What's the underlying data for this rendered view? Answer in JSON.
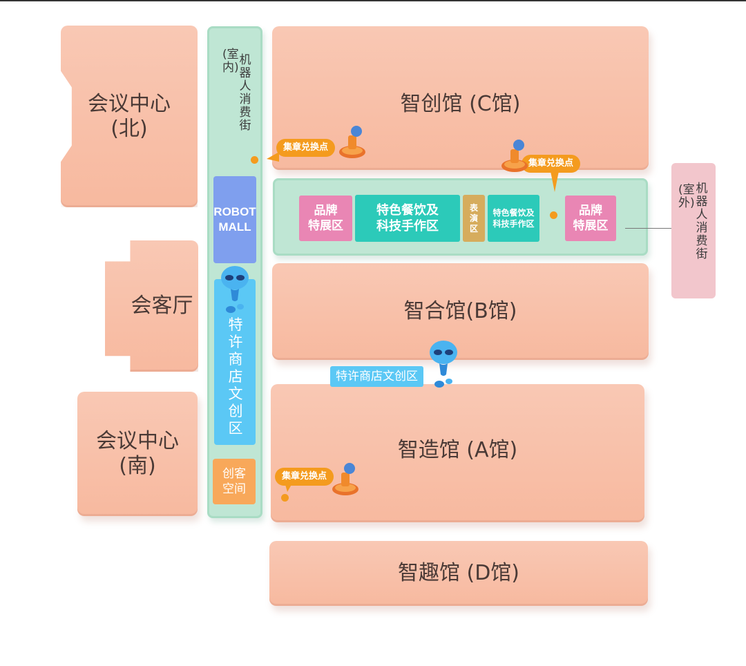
{
  "buildings": {
    "conference_north": "会议中心\n(北)",
    "guest_hall": "会客厅",
    "conference_south": "会议中心\n(南)",
    "hall_c": "智创馆 (C馆)",
    "hall_b": "智合馆(B馆)",
    "hall_a": "智造馆 (A馆)",
    "hall_d": "智趣馆 (D馆)"
  },
  "corridor": {
    "label": "机器人消费街",
    "sub": "(室内)",
    "robot_mall": "ROBOT\nMALL",
    "ip_zone": "特许商店文创区",
    "maker_space": "创客\n空间"
  },
  "strip": {
    "zone1": "品牌\n特展区",
    "zone2": "特色餐饮及\n科技手作区",
    "zone3": "表演区",
    "zone4": "特色餐饮及\n科技手作区",
    "zone5": "品牌\n特展区"
  },
  "outdoor": {
    "label": "机器人消费街",
    "sub": "(室外)"
  },
  "markers": {
    "stamp_label": "集章兑换点",
    "shop_label": "特许商店文创区"
  },
  "colors": {
    "building": "#f7b99f",
    "corridor": "#bfe6d4",
    "brand_zone": "#e986b4",
    "food_zone": "#2ccab9",
    "performance_zone": "#d6ac5d",
    "robot_mall": "#7f9fee",
    "ip_zone": "#5bc8f5",
    "maker_space": "#f8a85a",
    "marker": "#f49b1e",
    "outdoor": "#f2c6cc"
  }
}
